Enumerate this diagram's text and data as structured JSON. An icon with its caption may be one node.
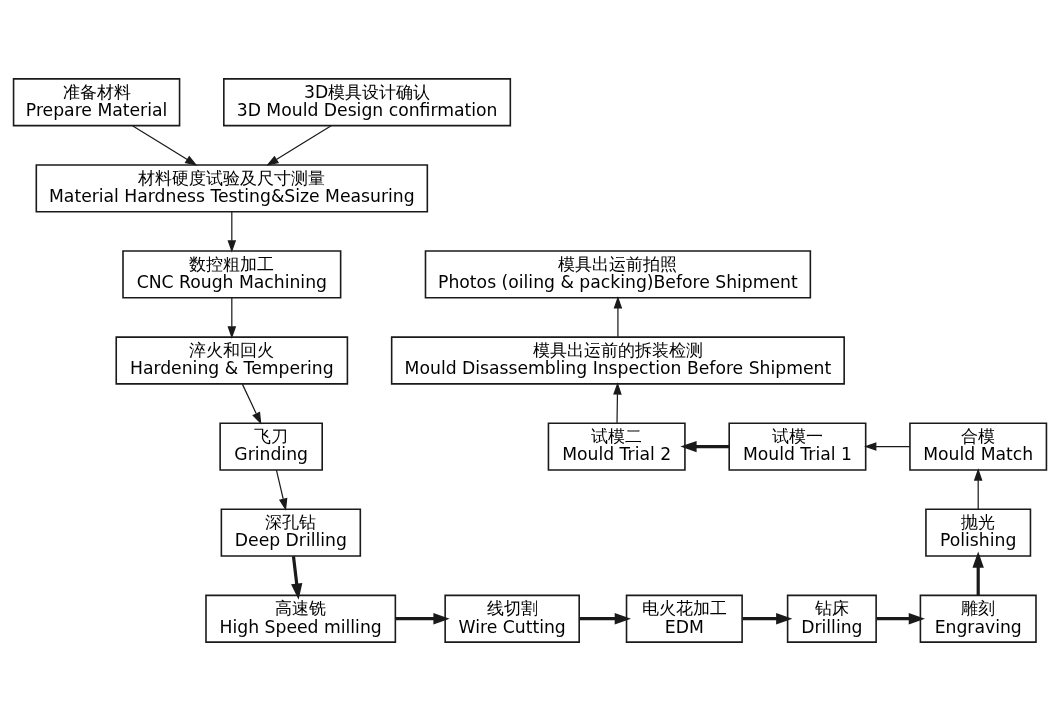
{
  "diagram": {
    "nodes": [
      {
        "text": [
          "准备材料",
          "Prepare Material"
        ]
      },
      {
        "text": [
          "3D模具设计确认",
          "3D Mould Design confirmation"
        ]
      },
      {
        "text": [
          "材料硬度试验及尺寸测量",
          "Material Hardness Testing&Size Measuring"
        ]
      },
      {
        "text": [
          "数控粗加工",
          "CNC Rough Machining"
        ]
      },
      {
        "text": [
          "淬火和回火",
          "Hardening & Tempering"
        ]
      },
      {
        "text": [
          "飞刀",
          "Grinding"
        ]
      },
      {
        "text": [
          "深孔钻",
          "Deep Drilling"
        ]
      },
      {
        "text": [
          "高速铣",
          "High Speed milling"
        ]
      },
      {
        "text": [
          "线切割",
          "Wire Cutting"
        ]
      },
      {
        "text": [
          "电火花加工",
          "EDM"
        ]
      },
      {
        "text": [
          "钻床",
          "Drilling"
        ]
      },
      {
        "text": [
          "雕刻",
          "Engraving"
        ]
      },
      {
        "text": [
          "抛光",
          "Polishing"
        ]
      },
      {
        "text": [
          "合模",
          "Mould Match"
        ]
      },
      {
        "text": [
          "试模一",
          "Mould Trial 1"
        ]
      },
      {
        "text": [
          "试模二",
          "Mould Trial 2"
        ]
      },
      {
        "text": [
          "模具出运前的拆装检测",
          "Mould Disassembling Inspection Before Shipment"
        ]
      },
      {
        "text": [
          "模具出运前拍照",
          "Photos (oiling & packing)Before Shipment"
        ]
      }
    ],
    "edges": [
      {
        "from": 0,
        "to": 2,
        "arrow": "to"
      },
      {
        "from": 1,
        "to": 2,
        "arrow": "to"
      },
      {
        "from": 2,
        "to": 3,
        "arrow": "to"
      },
      {
        "from": 3,
        "to": 4,
        "arrow": "to"
      },
      {
        "from": 4,
        "to": 5,
        "arrow": "to"
      },
      {
        "from": 5,
        "to": 6,
        "arrow": "to"
      },
      {
        "from": 6,
        "to": 7,
        "arrow": "to",
        "style": "thick"
      },
      {
        "from": 7,
        "to": 8,
        "arrow": "to",
        "style": "thick"
      },
      {
        "from": 8,
        "to": 9,
        "arrow": "to",
        "style": "thick"
      },
      {
        "from": 9,
        "to": 10,
        "arrow": "to",
        "style": "thick"
      },
      {
        "from": 10,
        "to": 11,
        "arrow": "to",
        "style": "thick"
      },
      {
        "from": 11,
        "to": 12,
        "arrow": "to",
        "style": "thick"
      },
      {
        "from": 12,
        "to": 13,
        "arrow": "to"
      },
      {
        "from": 13,
        "to": 14,
        "arrow": "to"
      },
      {
        "from": 14,
        "to": 15,
        "arrow": "to",
        "style": "thick"
      },
      {
        "from": 15,
        "to": 16,
        "arrow": "to"
      },
      {
        "from": 16,
        "to": 17,
        "arrow": "to"
      }
    ]
  }
}
